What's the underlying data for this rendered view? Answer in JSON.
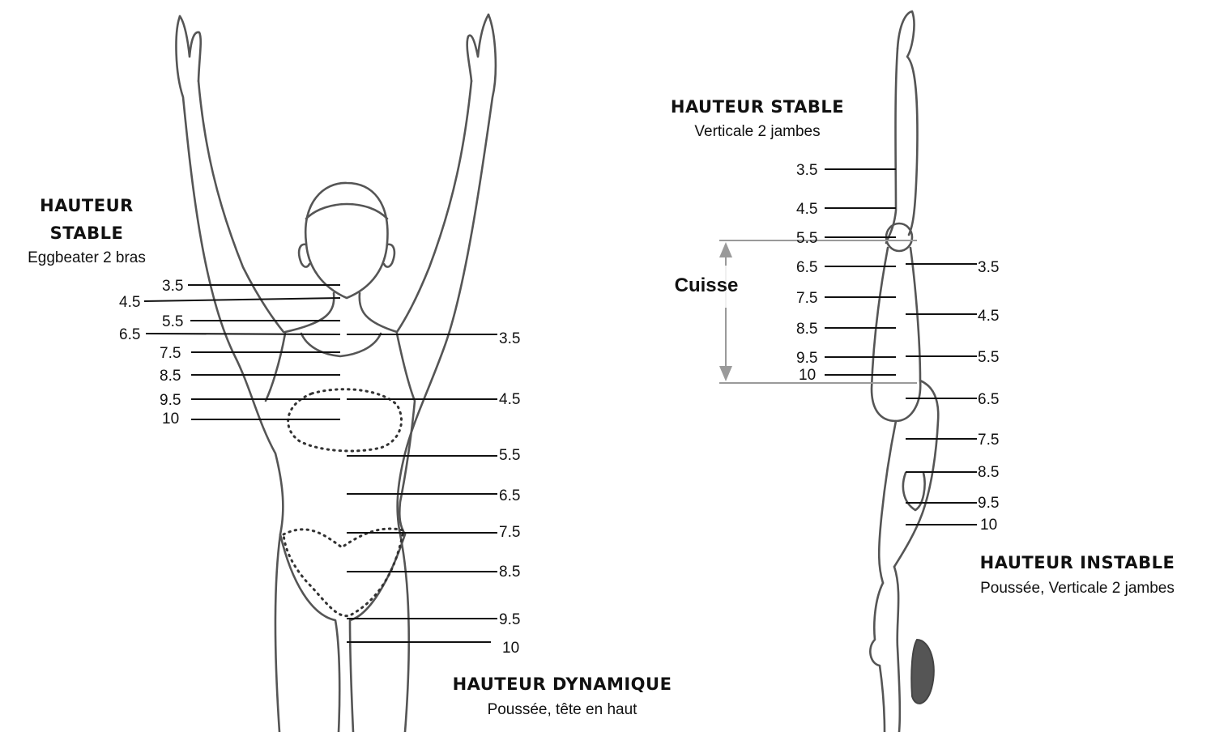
{
  "left_figure": {
    "stable_title_line1": "HAUTEUR",
    "stable_title_line2": "STABLE",
    "stable_subtitle": "Eggbeater 2 bras",
    "dynamic_title": "HAUTEUR DYNAMIQUE",
    "dynamic_subtitle": "Poussée, tête en haut",
    "left_scale": [
      "3.5",
      "4.5",
      "5.5",
      "6.5",
      "7.5",
      "8.5",
      "9.5",
      "10"
    ],
    "right_scale": [
      "3.5",
      "4.5",
      "5.5",
      "6.5",
      "7.5",
      "8.5",
      "9.5",
      "10"
    ]
  },
  "right_figure": {
    "stable_title": "HAUTEUR STABLE",
    "stable_subtitle": "Verticale 2 jambes",
    "thigh_label": "Cuisse",
    "unstable_title": "HAUTEUR INSTABLE",
    "unstable_subtitle": "Poussée, Verticale 2 jambes",
    "left_scale": [
      "3.5",
      "4.5",
      "5.5",
      "6.5",
      "7.5",
      "8.5",
      "9.5",
      "10"
    ],
    "right_scale": [
      "3.5",
      "4.5",
      "5.5",
      "6.5",
      "7.5",
      "8.5",
      "9.5",
      "10"
    ]
  },
  "colors": {
    "outline": "#555555",
    "ink": "#111111",
    "bracket": "#9a9a9a"
  }
}
